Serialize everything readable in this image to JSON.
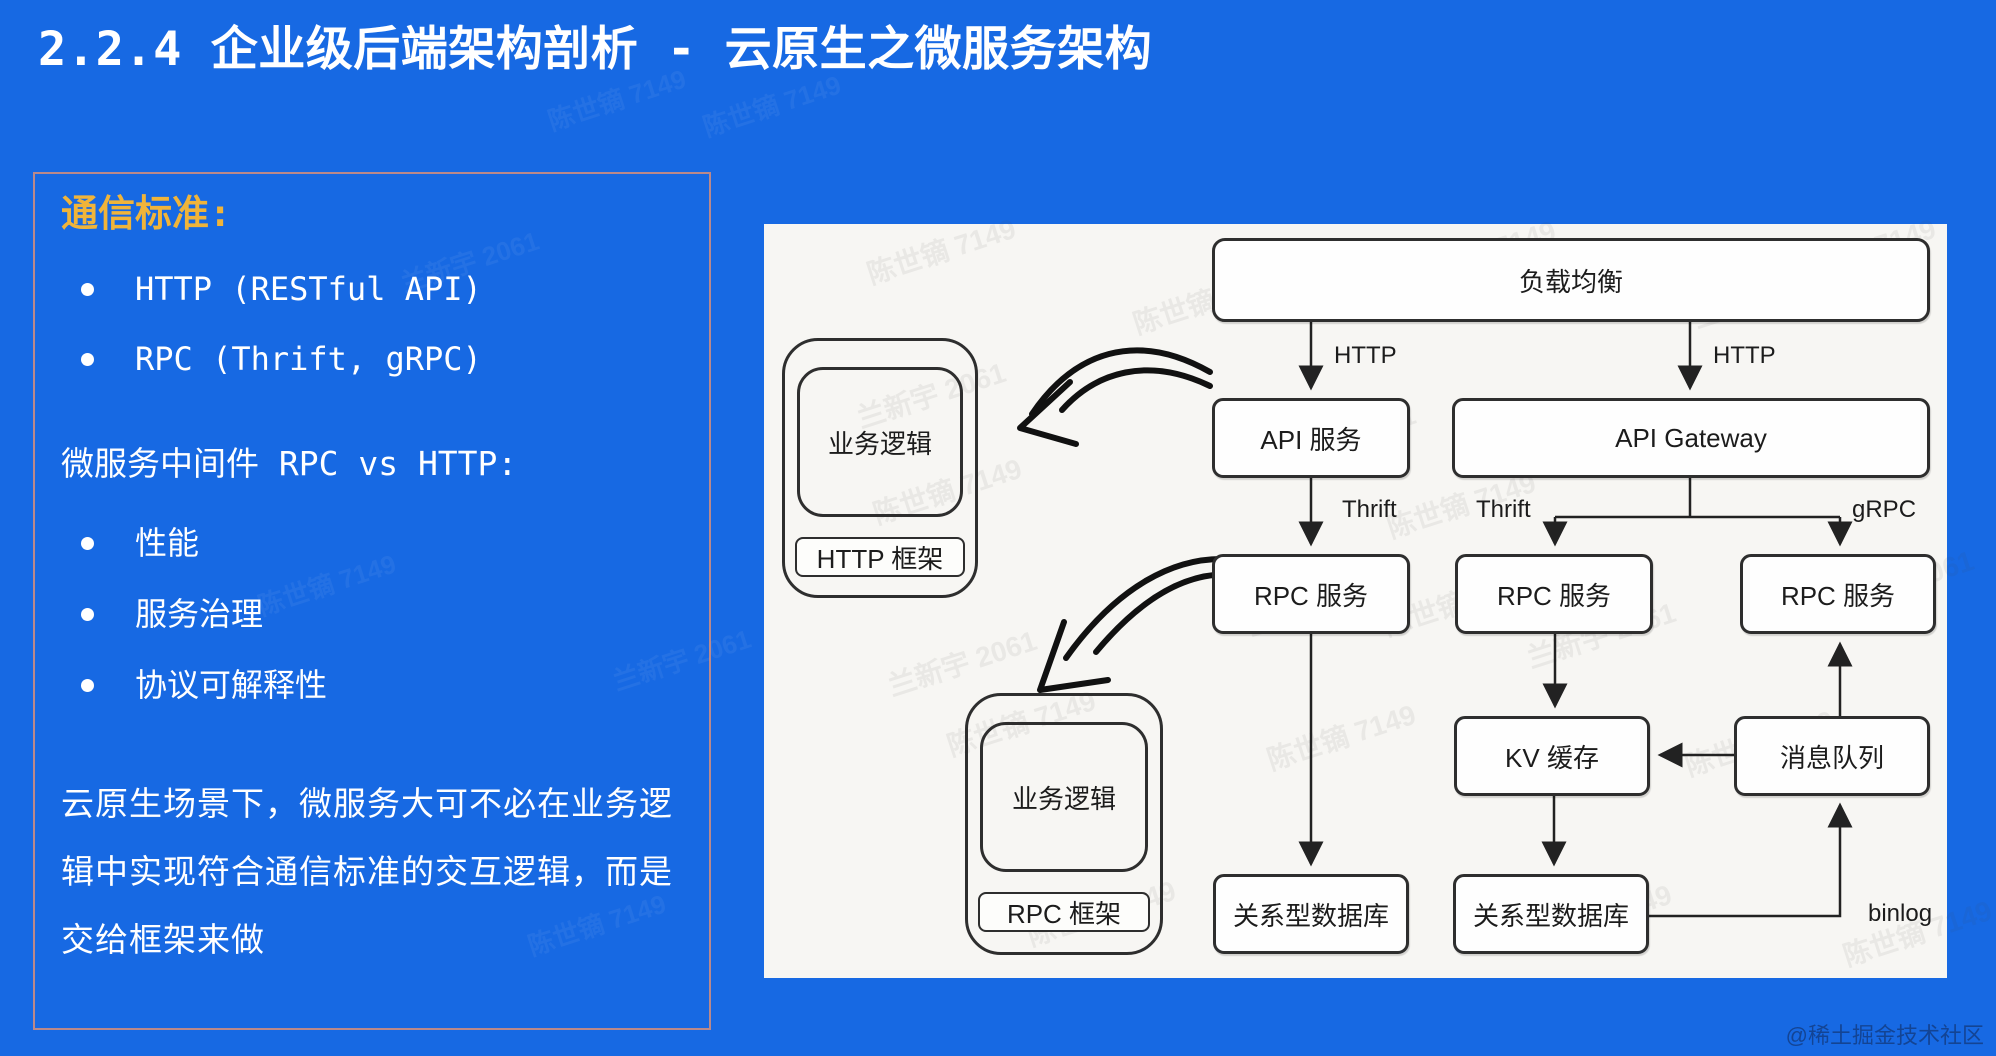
{
  "slide": {
    "title": "2.2.4 企业级后端架构剖析 - 云原生之微服务架构",
    "credit": "@稀土掘金技术社区"
  },
  "colors": {
    "background": "#1769e3",
    "accent_yellow": "#f0b43a",
    "panel_border": "#e8926e",
    "diagram_background": "#f7f6f3",
    "box_border": "#2e2e2e"
  },
  "left_panel": {
    "comm_heading": "通信标准:",
    "comm_bullets": [
      "HTTP (RESTful API)",
      "RPC (Thrift, gRPC)"
    ],
    "mw_heading": "微服务中间件 RPC vs HTTP:",
    "mw_bullets": [
      "性能",
      "服务治理",
      "协议可解释性"
    ],
    "paragraph": "云原生场景下，微服务大可不必在业务逻辑中实现符合通信标准的交互逻辑，而是交给框架来做"
  },
  "diagram": {
    "nodes": {
      "load_balancer": "负载均衡",
      "api_service": "API 服务",
      "api_gateway": "API Gateway",
      "rpc_service": "RPC 服务",
      "kv_cache": "KV 缓存",
      "message_queue": "消息队列",
      "relational_db": "关系型数据库",
      "business_logic": "业务逻辑",
      "http_framework": "HTTP 框架",
      "rpc_framework": "RPC 框架"
    },
    "edge_labels": {
      "http_left": "HTTP",
      "http_right": "HTTP",
      "thrift_left": "Thrift",
      "thrift_mid": "Thrift",
      "grpc": "gRPC",
      "binlog": "binlog"
    },
    "watermarks": {
      "a": "陈世镝 7149",
      "b": "兰新宇 2061"
    }
  }
}
